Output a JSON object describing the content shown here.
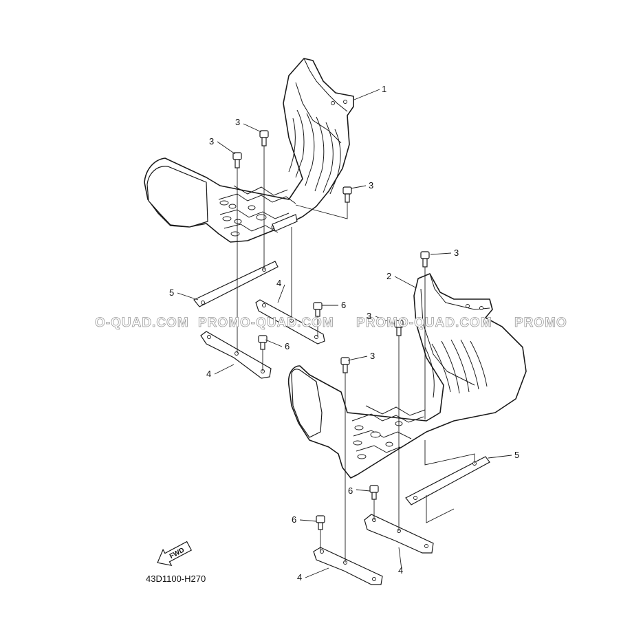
{
  "diagram": {
    "diagram_code": "43D1100-H270",
    "fwd_label": "FWD",
    "watermarks": [
      "O-QUAD.COM",
      "PROMO-QUAD.COM",
      "PROMO-QUAD.COM",
      "PROMO"
    ],
    "callouts": [
      {
        "id": "c1",
        "label": "1"
      },
      {
        "id": "c2",
        "label": "2"
      },
      {
        "id": "c3a",
        "label": "3"
      },
      {
        "id": "c3b",
        "label": "3"
      },
      {
        "id": "c3c",
        "label": "3"
      },
      {
        "id": "c3d",
        "label": "3"
      },
      {
        "id": "c3e",
        "label": "3"
      },
      {
        "id": "c3f",
        "label": "3"
      },
      {
        "id": "c4a",
        "label": "4"
      },
      {
        "id": "c4b",
        "label": "4"
      },
      {
        "id": "c4c",
        "label": "4"
      },
      {
        "id": "c4d",
        "label": "4"
      },
      {
        "id": "c5a",
        "label": "5"
      },
      {
        "id": "c5b",
        "label": "5"
      },
      {
        "id": "c6a",
        "label": "6"
      },
      {
        "id": "c6b",
        "label": "6"
      },
      {
        "id": "c6c",
        "label": "6"
      },
      {
        "id": "c6d",
        "label": "6"
      }
    ]
  }
}
